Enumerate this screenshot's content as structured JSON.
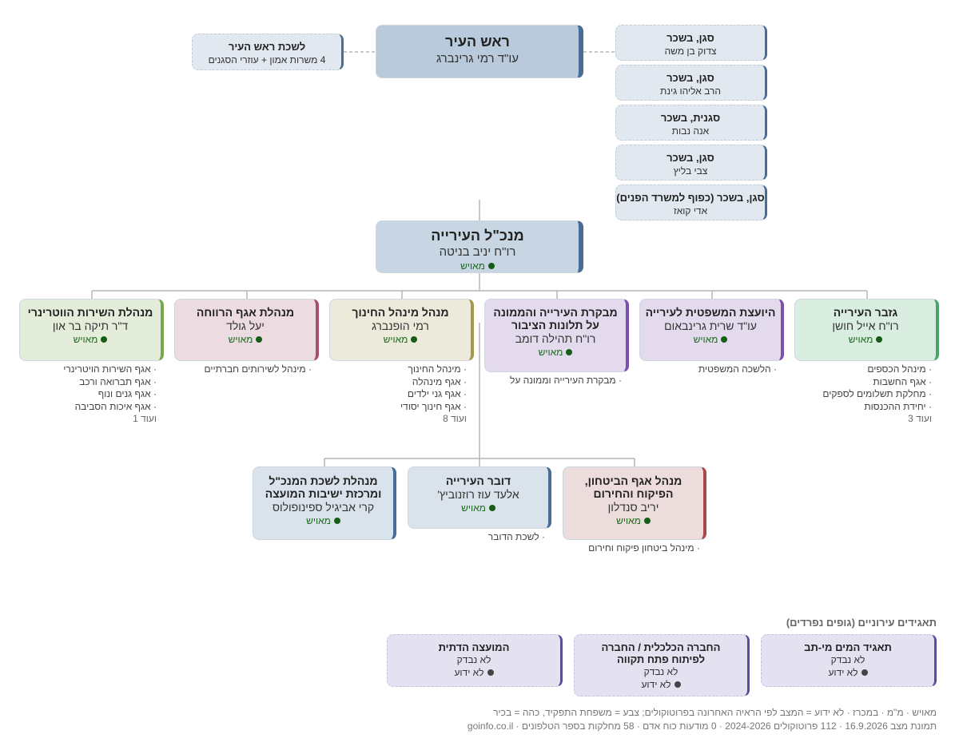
{
  "mayor": {
    "title": "ראש העיר",
    "name": "עו\"ד רמי גרינברג"
  },
  "mayor_office": {
    "title": "לשכת ראש העיר",
    "name": "4 משרות אמון + עוזרי הסגנים"
  },
  "deputies": [
    {
      "title": "סגן, בשכר",
      "name": "צדוק בן משה"
    },
    {
      "title": "סגן, בשכר",
      "name": "הרב אליהו גינת"
    },
    {
      "title": "סגנית, בשכר",
      "name": "אנה נבות"
    },
    {
      "title": "סגן, בשכר",
      "name": "צבי בליץ"
    },
    {
      "title": "סגן, בשכר (כפוף למשרד הפנים)",
      "name": "אדי קואז"
    }
  ],
  "director_general": {
    "title": "מנכ\"ל העירייה",
    "name": "רו\"ח יניב בניטה",
    "status": "מאויש"
  },
  "managers": [
    {
      "title": "גזבר העירייה",
      "name": "רו\"ח אייל חושן",
      "status": "מאויש",
      "accent": "#4aa36a",
      "bg": "#d9ede1",
      "units": [
        "מינהל הכספים",
        "אגף החשבות",
        "מחלקת תשלומים לספקים",
        "יחידת ההכנסות"
      ],
      "more": "ועוד 3"
    },
    {
      "title": "היועצת המשפטית לעירייה",
      "name": "עו\"ד שרית גרינבאום",
      "status": "מאויש",
      "accent": "#7a50a8",
      "bg": "#e4daee",
      "units": [
        "הלשכה המשפטית"
      ],
      "more": ""
    },
    {
      "title": "מבקרת העירייה והממונה",
      "title2": "על תלונות הציבור",
      "name": "רו\"ח תהילה דומב",
      "status": "מאויש",
      "accent": "#7a50a8",
      "bg": "#e4daee",
      "units": [
        "מבקרת העירייה וממונה על"
      ],
      "more": ""
    },
    {
      "title": "מנהל מינהל החינוך",
      "name": "רמי הופנברג",
      "status": "מאויש",
      "accent": "#a59a4c",
      "bg": "#eceada",
      "units": [
        "מינהל החינוך",
        "אגף מינהלה",
        "אגף גני ילדים",
        "אגף חינוך יסודי"
      ],
      "more": "ועוד 8"
    },
    {
      "title": "מנהלת אגף הרווחה",
      "name": "יעל גולד",
      "status": "מאויש",
      "accent": "#a84d6a",
      "bg": "#ecdbe1",
      "units": [
        "מינהל לשירותים חברתיים"
      ],
      "more": ""
    },
    {
      "title": "מנהלת השירות הווטרינרי",
      "name": "ד\"ר תיקה בר און",
      "status": "מאויש",
      "accent": "#79a84c",
      "bg": "#e4edda",
      "units": [
        "אגף השירות הויטרינרי",
        "אגף תברואה ורכב",
        "אגף גנים ונוף",
        "אגף איכות הסביבה"
      ],
      "more": "ועוד 1"
    }
  ],
  "subordinates": [
    {
      "title": "מנהל אגף הביטחון,",
      "title2": "הפיקוח והחירום",
      "name": "יריב סנדלון",
      "status": "מאויש",
      "accent": "#a84a4a",
      "bg": "#ecdcdc",
      "units": [
        "מינהל ביטחון פיקוח וחירום"
      ]
    },
    {
      "title": "דובר העירייה",
      "name": "אלעד עוז רוזנוביץ'",
      "status": "מאויש",
      "accent": "#4a6d96",
      "bg": "#dae3ec",
      "units": [
        "לשכת הדובר"
      ]
    },
    {
      "title": "מנהלת לשכת המנכ\"ל",
      "title2": "ומרכזת ישיבות המועצה",
      "name": "קרי אביגיל ספינופולוס",
      "status": "מאויש",
      "accent": "#4a6d96",
      "bg": "#dae3ec",
      "units": []
    }
  ],
  "corporations_title": "תאגידים עירוניים (גופים נפרדים)",
  "corporations": [
    {
      "title": "תאגיד המים מי-תב",
      "name": "לא נבדק",
      "status": "לא ידוע"
    },
    {
      "title": "החברה הכלכלית / החברה",
      "title2": "לפיתוח פתח תקווה",
      "name": "לא נבדק",
      "status": "לא ידוע"
    },
    {
      "title": "המועצה הדתית",
      "name": "לא נבדק",
      "status": "לא ידוע"
    }
  ],
  "footer": {
    "line1": "מאויש · מ\"מ · במכרז · לא ידוע = המצב לפי הראיה האחרונה בפרוטוקולים; צבע = משפחת התפקיד, כהה = בכיר",
    "line2": "תמונת מצב 16.9.2026 · 112 פרוטוקולים 2024-2026 · 0 מודעות כוח אדם · 58 מחלקות בספר הטלפונים · goinfo.co.il"
  }
}
